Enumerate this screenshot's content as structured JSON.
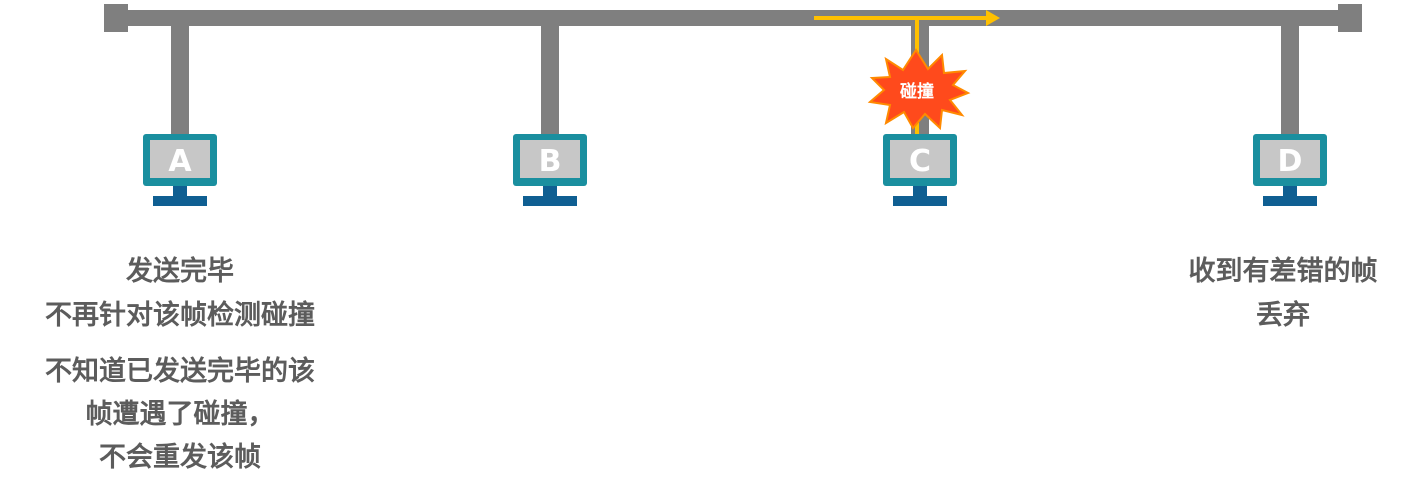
{
  "colors": {
    "bus": "#7f7f7f",
    "monitor_frame": "#1a8f9f",
    "monitor_screen": "#c7c7c7",
    "monitor_stand": "#0f5f92",
    "signal": "#ffc000",
    "collision_burst": "#ff4a1c",
    "caption_text": "#5c5c5c"
  },
  "hosts": [
    {
      "label": "A"
    },
    {
      "label": "B"
    },
    {
      "label": "C"
    },
    {
      "label": "D"
    }
  ],
  "collision": {
    "label": "碰撞"
  },
  "captions": {
    "host_a_done": [
      "发送完毕",
      "不再针对该帧检测碰撞"
    ],
    "host_a_unaware": [
      "不知道已发送完毕的该",
      "帧遭遇了碰撞，",
      "不会重发该帧"
    ],
    "host_d": [
      "收到有差错的帧",
      "丢弃"
    ]
  }
}
